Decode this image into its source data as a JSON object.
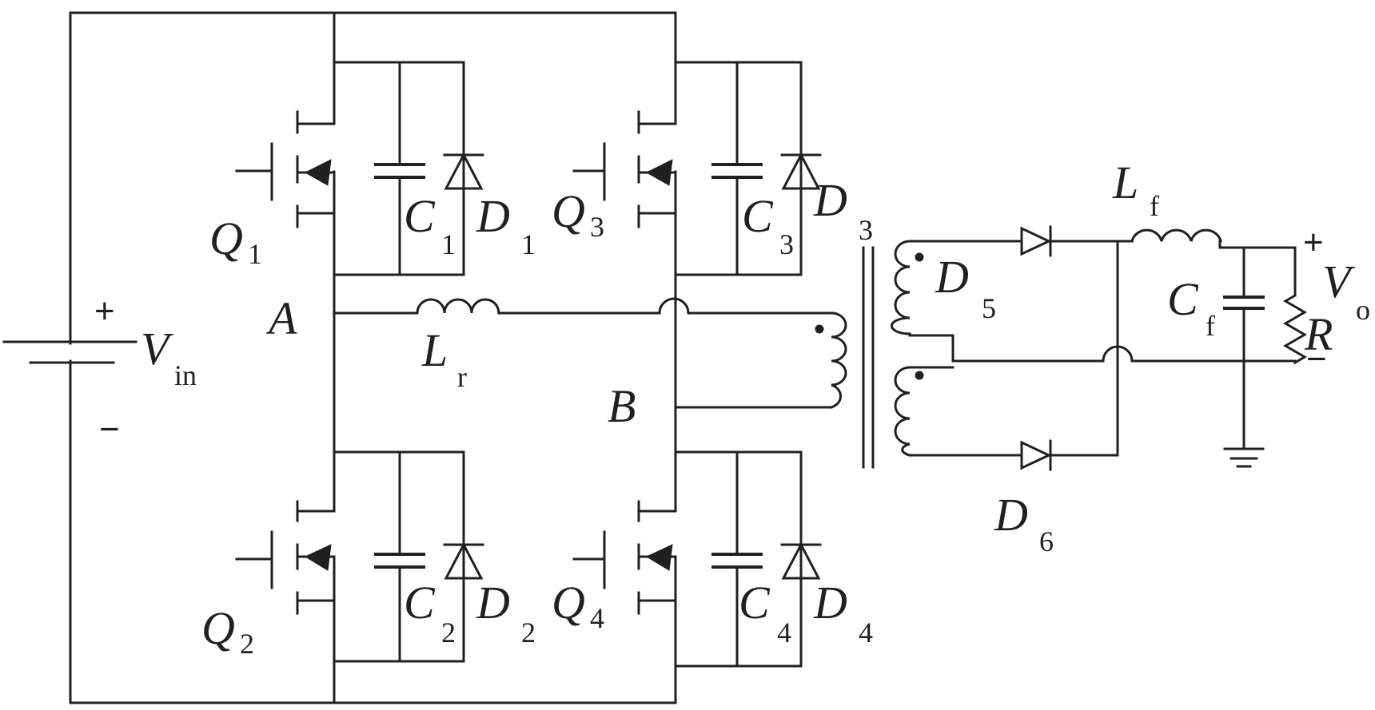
{
  "diagram": {
    "components": {
      "Q1": {
        "main": "Q",
        "sub": "1"
      },
      "Q2": {
        "main": "Q",
        "sub": "2"
      },
      "Q3": {
        "main": "Q",
        "sub": "3"
      },
      "Q4": {
        "main": "Q",
        "sub": "4"
      },
      "C1": {
        "main": "C",
        "sub": "1"
      },
      "C2": {
        "main": "C",
        "sub": "2"
      },
      "C3": {
        "main": "C",
        "sub": "3"
      },
      "C4": {
        "main": "C",
        "sub": "4"
      },
      "D1": {
        "main": "D",
        "sub": "1"
      },
      "D2": {
        "main": "D",
        "sub": "2"
      },
      "D3": {
        "main": "D",
        "sub": "3"
      },
      "D4": {
        "main": "D",
        "sub": "4"
      },
      "D5": {
        "main": "D",
        "sub": "5"
      },
      "D6": {
        "main": "D",
        "sub": "6"
      },
      "Lr": {
        "main": "L",
        "sub": "r"
      },
      "Lf": {
        "main": "L",
        "sub": "f"
      },
      "Cf": {
        "main": "C",
        "sub": "f"
      },
      "R": {
        "main": "R"
      },
      "Vin": {
        "main": "V",
        "sub": "in"
      },
      "Vo": {
        "main": "V",
        "sub": "o"
      }
    },
    "nodes": {
      "A": "A",
      "B": "B"
    },
    "signs": {
      "vin_plus": "+",
      "vin_minus": "−",
      "vo_plus": "+",
      "vo_minus": "−"
    }
  }
}
